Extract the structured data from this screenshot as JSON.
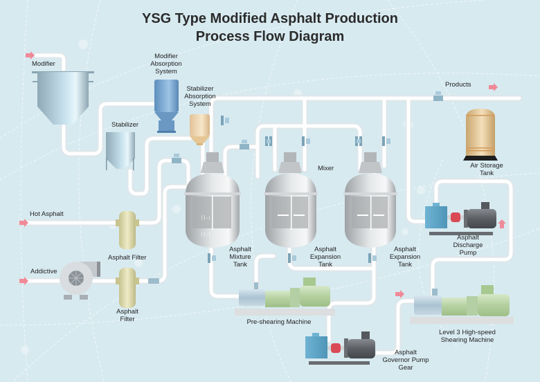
{
  "title": {
    "line1": "YSG Type Modified Asphalt Production",
    "line2": "Process Flow Diagram"
  },
  "labels": {
    "modifier": "Modifier",
    "modifier_absorption": "Modifier\nAbsorption\nSystem",
    "stabilizer": "Stabilizer",
    "stabilizer_absorption": "Stabilizer\nAbsorption\nSystem",
    "hot_asphalt": "Hot Asphalt",
    "asphalt_filter_1": "Asphalt  Filter",
    "addictive": "Addictive",
    "asphalt_filter_2": "Asphalt\nFilter",
    "mixture_tank": "Asphalt\nMixture\nTank",
    "expansion_tank_1": "Asphalt\nExpansion\nTank",
    "expansion_tank_2": "Asphalt\nExpansion\nTank",
    "mixer": "Mixer",
    "products": "Products",
    "air_storage_tank": "Air Storage\nTank",
    "discharge_pump": "Asphalt\nDischarge\nPump",
    "pre_shearing": "Pre-shearing Machine",
    "governor_pump": "Asphalt\nGovernor Pump\nGear",
    "level3_shearing": "Level 3 High-speed\nShearing Machine"
  },
  "colors": {
    "background": "#d7eaf0",
    "pipe": "#f4f7f8",
    "flow_arrow": "#f08a98",
    "vessel_blue": "#9fbccb",
    "filter_yellow": "#d9d6a8",
    "air_tank": "#e2c79a",
    "pump_blue": "#5fa6c8",
    "coupling_red": "#d94a55",
    "motor_green": "#b7d3a6",
    "motor_dark": "#5d6166"
  }
}
